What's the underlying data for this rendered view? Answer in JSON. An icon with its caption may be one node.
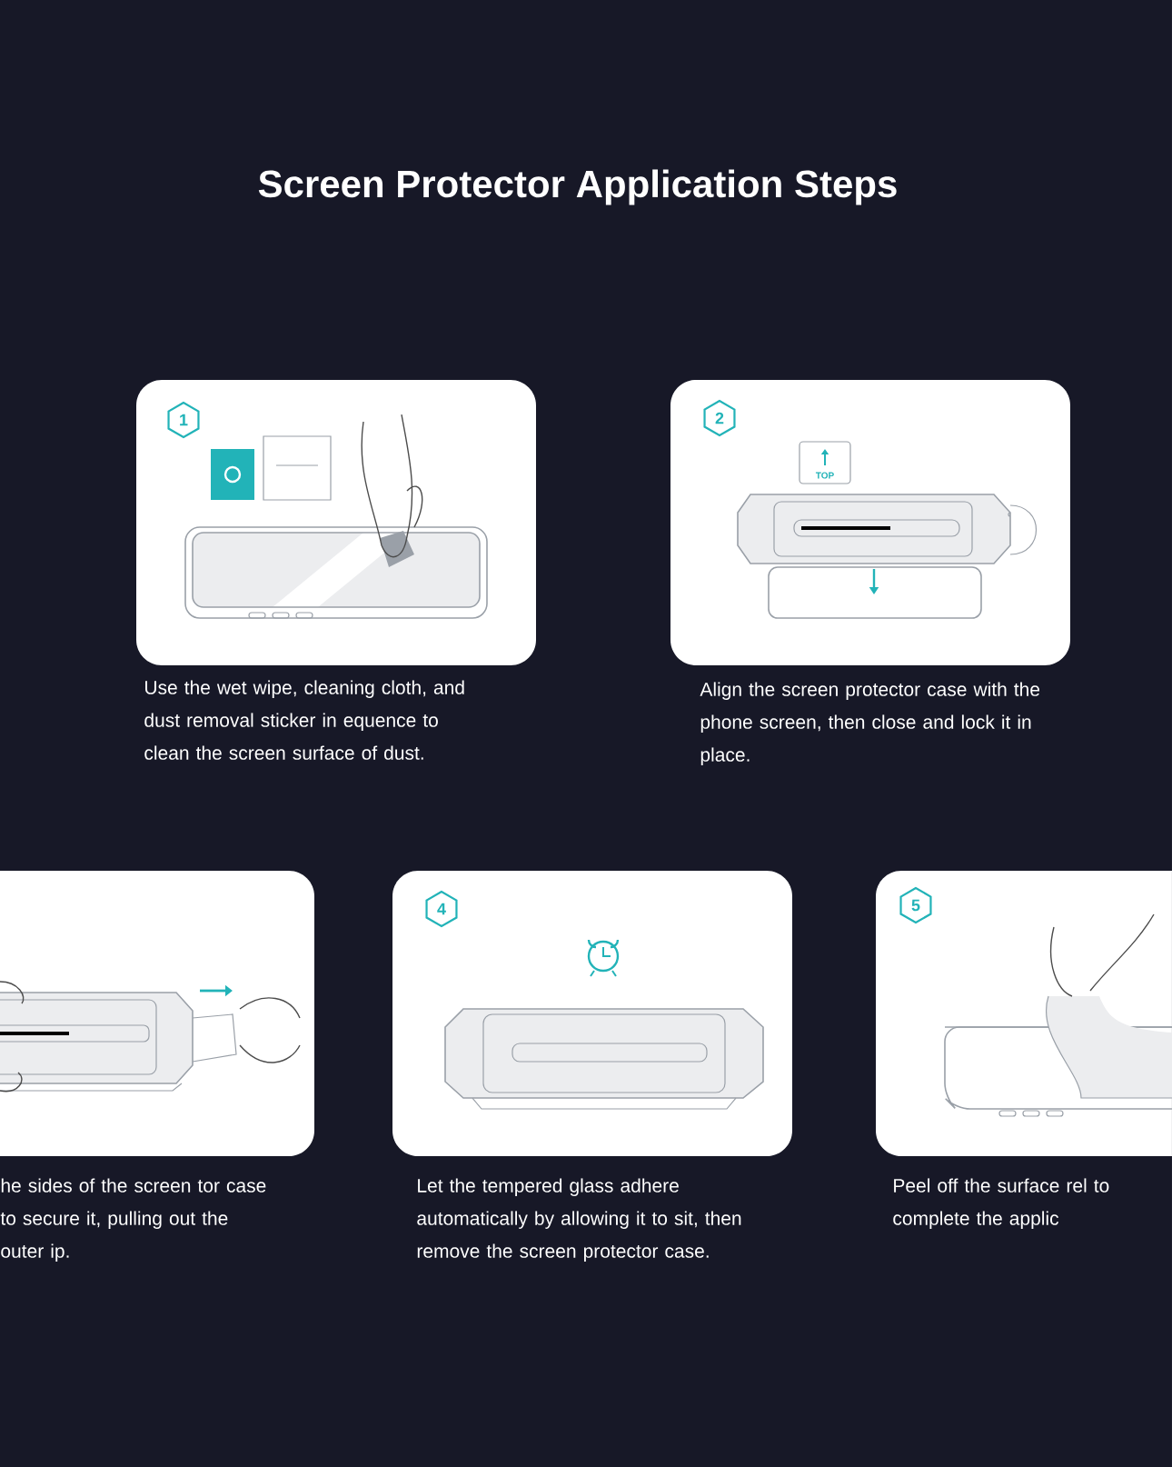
{
  "diagram": {
    "title": "Screen Protector Application Steps",
    "nodes": [
      {
        "text": [
          "1"
        ],
        "beside": [
          "Use the wet wipe, cleaning cloth, and dust removal sticker in equence to clean the screen surface of dust."
        ]
      },
      {
        "text": [
          "2"
        ],
        "beside": [
          "Align the screen protector case with the phone screen, then close and lock it in place."
        ]
      },
      {
        "text": [],
        "shape": "box",
        "beside": [
          "he sides of the screen tor case to secure it, pulling out the outer ip."
        ]
      },
      {
        "text": [
          "4"
        ],
        "beside": [
          "Let the tempered glass adhere automatically by allowing it to sit, then remove the screen protector case."
        ]
      },
      {
        "text": [
          "5"
        ],
        "beside": [
          "Peel off the surface rel to complete the applic"
        ]
      }
    ],
    "labels": [
      "TOP"
    ]
  }
}
